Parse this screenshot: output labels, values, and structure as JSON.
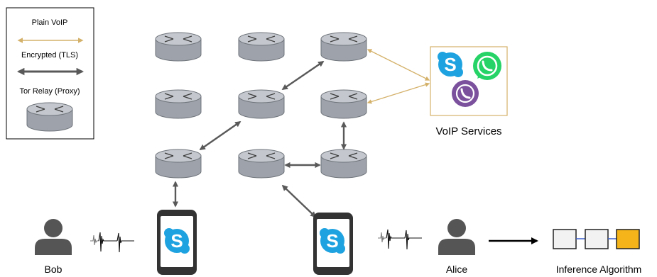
{
  "legend": {
    "plain_voip": "Plain VoIP",
    "encrypted_tls": "Encrypted (TLS)",
    "tor_relay": "Tor Relay (Proxy)"
  },
  "labels": {
    "voip_services": "VoIP Services",
    "bob": "Bob",
    "alice": "Alice",
    "inference_algorithm": "Inference Algorithm"
  },
  "colors": {
    "plain_voip": "#d4b16a",
    "encrypted": "#595959",
    "router_body": "#9ea3ab",
    "router_top": "#c4c8ce",
    "person": "#555555",
    "inference_block": "#f2f2f2",
    "inference_highlight": "#f4b41a",
    "skype": "#1fa3e0",
    "whatsapp": "#25d366",
    "viber": "#7b519d"
  },
  "icons": {
    "skype": "skype-icon",
    "whatsapp": "whatsapp-icon",
    "viber": "viber-icon",
    "phone": "smartphone-icon",
    "person": "person-icon",
    "router": "tor-relay-icon",
    "waveform": "waveform-icon"
  }
}
